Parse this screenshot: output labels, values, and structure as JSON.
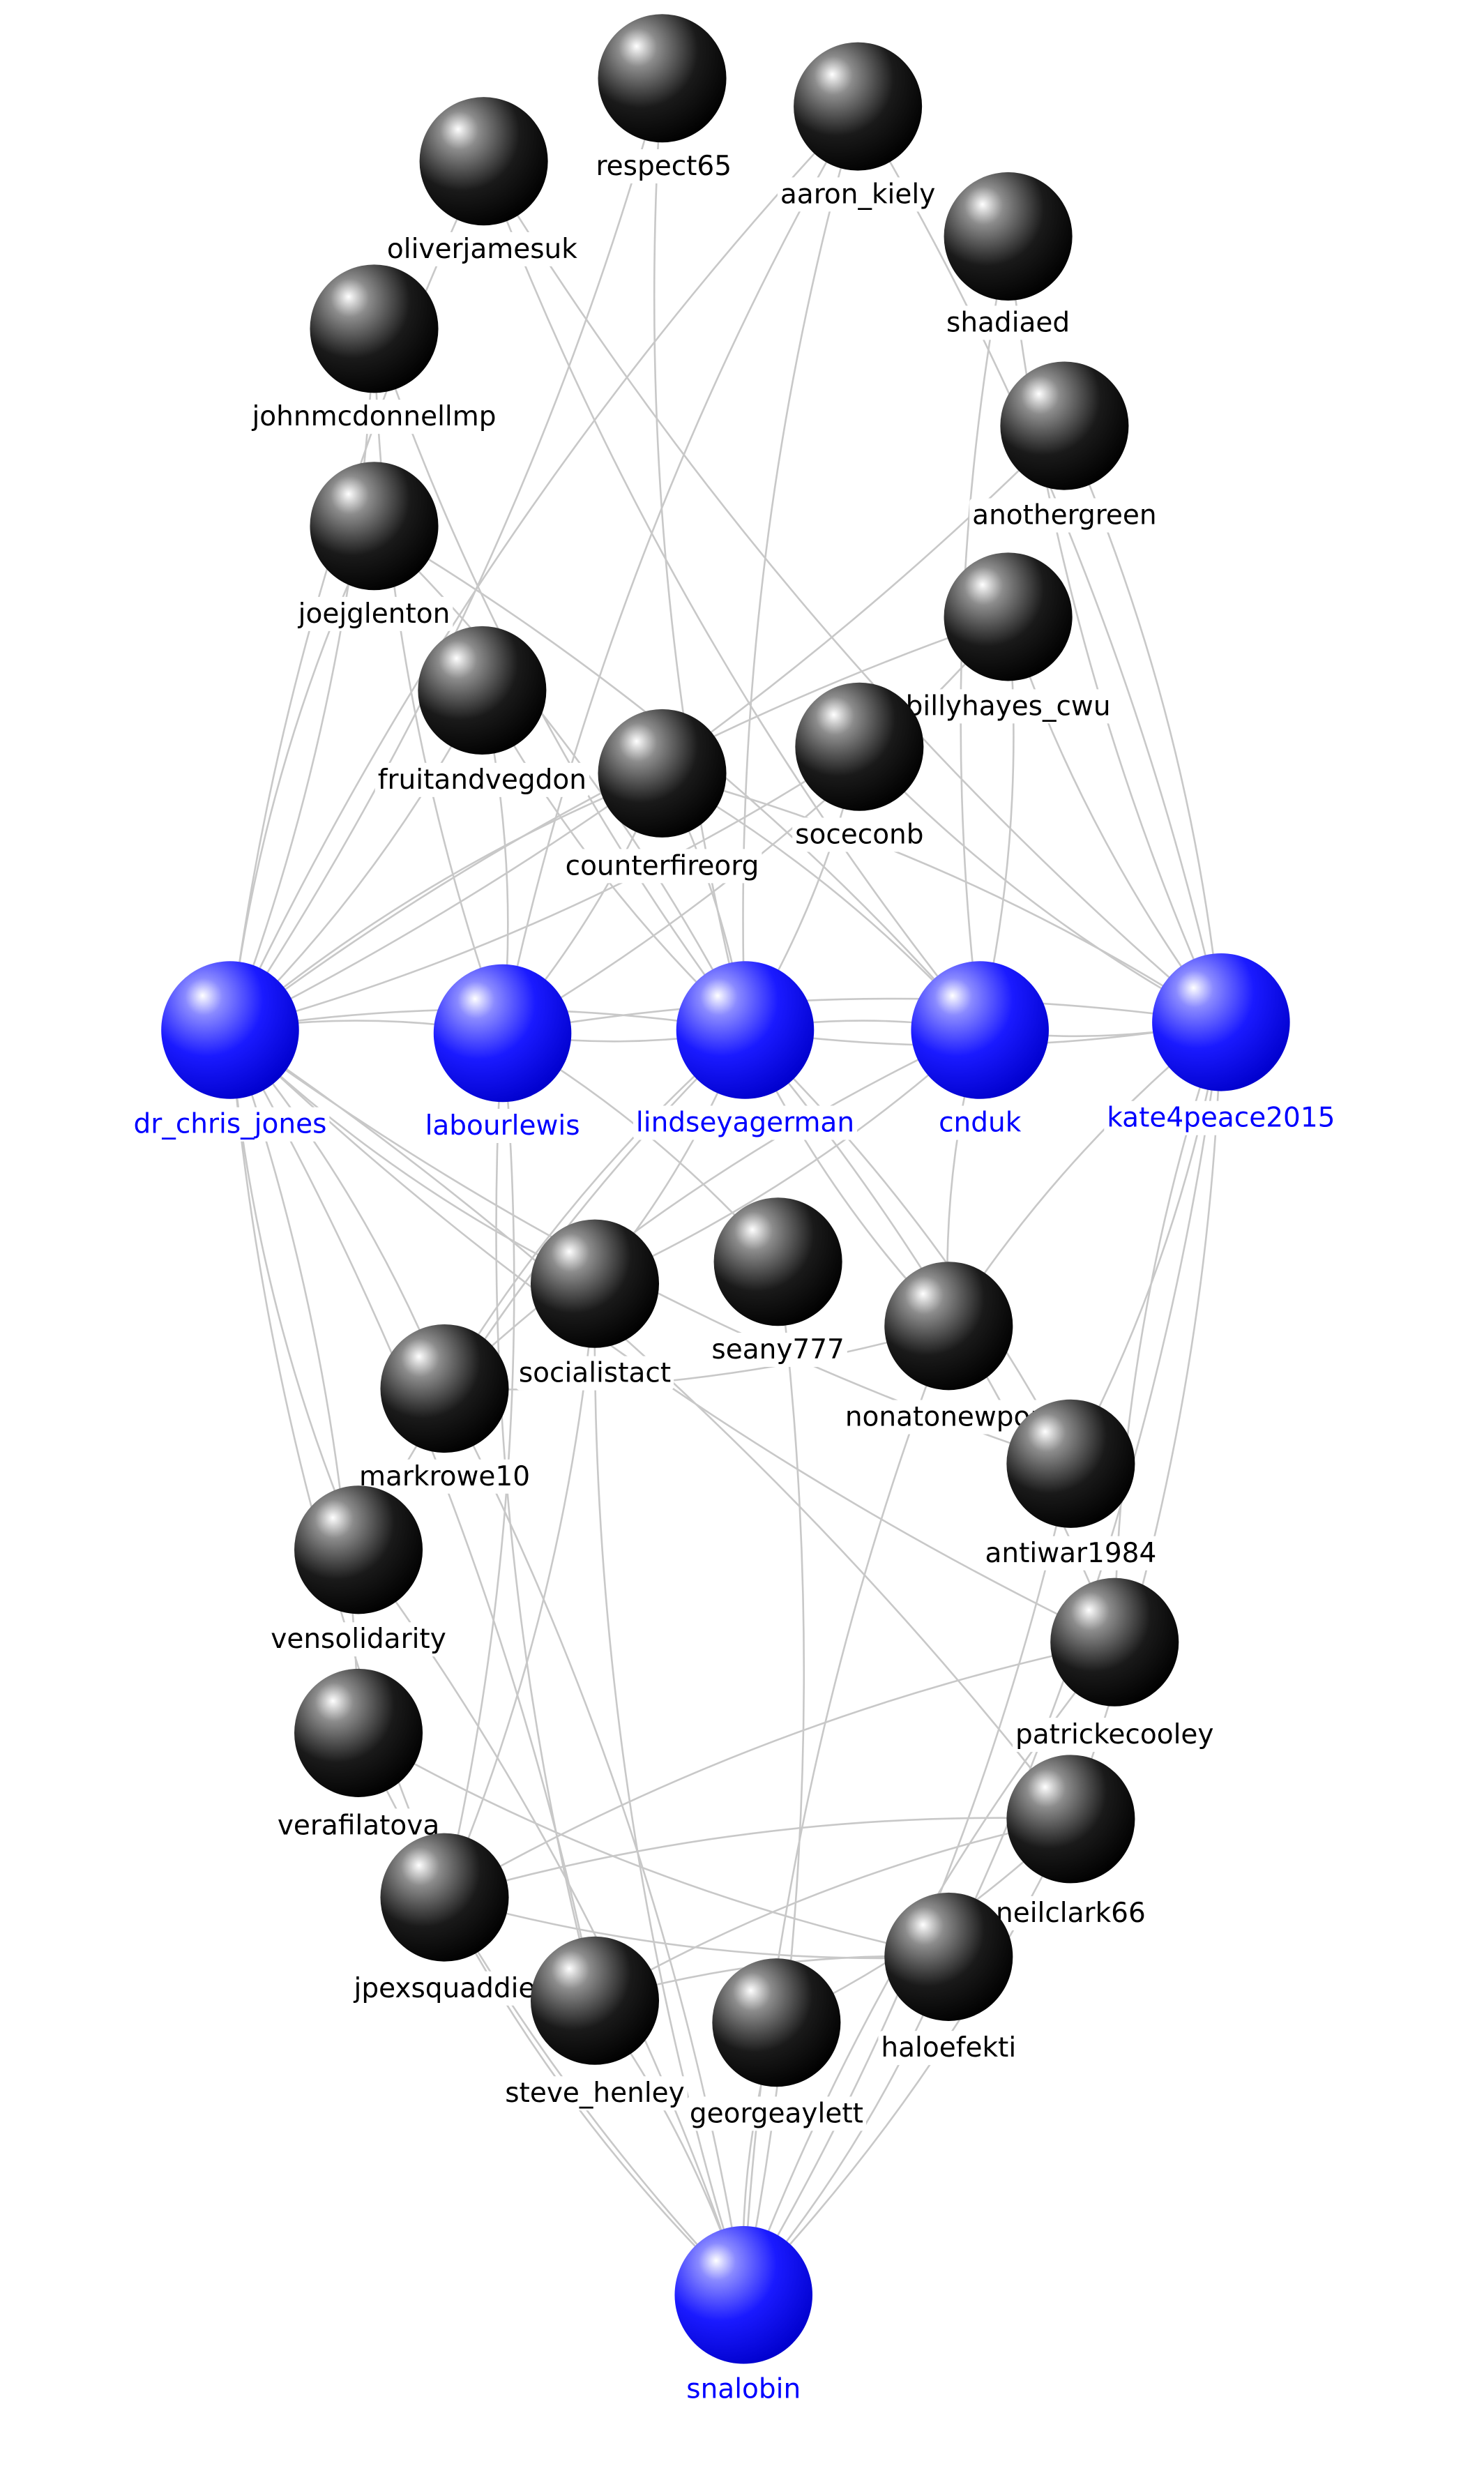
{
  "colors": {
    "hub_node": "#0000ff",
    "hub_label": "#0000ff",
    "regular_node": "#111111",
    "regular_label": "#000000",
    "edge": "#c8c8c8",
    "background": "#ffffff"
  },
  "nodes": [
    {
      "id": "respect65",
      "label": "respect65",
      "hub": false
    },
    {
      "id": "aaron_kiely",
      "label": "aaron_kiely",
      "hub": false
    },
    {
      "id": "oliverjamesuk",
      "label": "oliverjamesuk",
      "hub": false
    },
    {
      "id": "shadiaed",
      "label": "shadiaed",
      "hub": false
    },
    {
      "id": "johnmcdonnellmp",
      "label": "johnmcdonnellmp",
      "hub": false
    },
    {
      "id": "anothergreen",
      "label": "anothergreen",
      "hub": false
    },
    {
      "id": "joejglenton",
      "label": "joejglenton",
      "hub": false
    },
    {
      "id": "billyhayes_cwu",
      "label": "billyhayes_cwu",
      "hub": false
    },
    {
      "id": "fruitandvegdon",
      "label": "fruitandvegdon",
      "hub": false
    },
    {
      "id": "soceconb",
      "label": "soceconb",
      "hub": false
    },
    {
      "id": "counterfireorg",
      "label": "counterfireorg",
      "hub": false
    },
    {
      "id": "dr_chris_jones",
      "label": "dr_chris_jones",
      "hub": true
    },
    {
      "id": "labourlewis",
      "label": "labourlewis",
      "hub": true
    },
    {
      "id": "lindseyagerman",
      "label": "lindseyagerman",
      "hub": true
    },
    {
      "id": "cnduk",
      "label": "cnduk",
      "hub": true
    },
    {
      "id": "kate4peace2015",
      "label": "kate4peace2015",
      "hub": true
    },
    {
      "id": "seany777",
      "label": "seany777",
      "hub": false
    },
    {
      "id": "socialistact",
      "label": "socialistact",
      "hub": false
    },
    {
      "id": "nonatonewport",
      "label": "nonatonewport",
      "hub": false
    },
    {
      "id": "markrowe10",
      "label": "markrowe10",
      "hub": false
    },
    {
      "id": "antiwar1984",
      "label": "antiwar1984",
      "hub": false
    },
    {
      "id": "vensolidarity",
      "label": "vensolidarity",
      "hub": false
    },
    {
      "id": "patrickecooley",
      "label": "patrickecooley",
      "hub": false
    },
    {
      "id": "verafilatova",
      "label": "verafilatova",
      "hub": false
    },
    {
      "id": "neilclark66",
      "label": "neilclark66",
      "hub": false
    },
    {
      "id": "jpexsquaddie",
      "label": "jpexsquaddie",
      "hub": false
    },
    {
      "id": "haloefekti",
      "label": "haloefekti",
      "hub": false
    },
    {
      "id": "steve_henley",
      "label": "steve_henley",
      "hub": false
    },
    {
      "id": "georgeaylett",
      "label": "georgeaylett",
      "hub": false
    },
    {
      "id": "snalobin",
      "label": "snalobin",
      "hub": true
    }
  ],
  "edges": [
    [
      "dr_chris_jones",
      "labourlewis"
    ],
    [
      "labourlewis",
      "lindseyagerman"
    ],
    [
      "lindseyagerman",
      "cnduk"
    ],
    [
      "cnduk",
      "kate4peace2015"
    ],
    [
      "dr_chris_jones",
      "lindseyagerman"
    ],
    [
      "lindseyagerman",
      "kate4peace2015"
    ],
    [
      "labourlewis",
      "kate4peace2015"
    ],
    [
      "dr_chris_jones",
      "respect65"
    ],
    [
      "dr_chris_jones",
      "oliverjamesuk"
    ],
    [
      "dr_chris_jones",
      "johnmcdonnellmp"
    ],
    [
      "dr_chris_jones",
      "joejglenton"
    ],
    [
      "dr_chris_jones",
      "fruitandvegdon"
    ],
    [
      "dr_chris_jones",
      "counterfireorg"
    ],
    [
      "dr_chris_jones",
      "soceconb"
    ],
    [
      "dr_chris_jones",
      "billyhayes_cwu"
    ],
    [
      "dr_chris_jones",
      "anothergreen"
    ],
    [
      "dr_chris_jones",
      "aaron_kiely"
    ],
    [
      "labourlewis",
      "fruitandvegdon"
    ],
    [
      "labourlewis",
      "johnmcdonnellmp"
    ],
    [
      "labourlewis",
      "counterfireorg"
    ],
    [
      "labourlewis",
      "aaron_kiely"
    ],
    [
      "labourlewis",
      "billyhayes_cwu"
    ],
    [
      "lindseyagerman",
      "respect65"
    ],
    [
      "lindseyagerman",
      "counterfireorg"
    ],
    [
      "lindseyagerman",
      "fruitandvegdon"
    ],
    [
      "lindseyagerman",
      "joejglenton"
    ],
    [
      "lindseyagerman",
      "johnmcdonnellmp"
    ],
    [
      "lindseyagerman",
      "soceconb"
    ],
    [
      "lindseyagerman",
      "aaron_kiely"
    ],
    [
      "cnduk",
      "counterfireorg"
    ],
    [
      "cnduk",
      "oliverjamesuk"
    ],
    [
      "cnduk",
      "billyhayes_cwu"
    ],
    [
      "cnduk",
      "shadiaed"
    ],
    [
      "cnduk",
      "joejglenton"
    ],
    [
      "kate4peace2015",
      "shadiaed"
    ],
    [
      "kate4peace2015",
      "anothergreen"
    ],
    [
      "kate4peace2015",
      "billyhayes_cwu"
    ],
    [
      "kate4peace2015",
      "counterfireorg"
    ],
    [
      "kate4peace2015",
      "oliverjamesuk"
    ],
    [
      "kate4peace2015",
      "aaron_kiely"
    ],
    [
      "kate4peace2015",
      "soceconb"
    ],
    [
      "dr_chris_jones",
      "socialistact"
    ],
    [
      "dr_chris_jones",
      "markrowe10"
    ],
    [
      "dr_chris_jones",
      "vensolidarity"
    ],
    [
      "dr_chris_jones",
      "verafilatova"
    ],
    [
      "dr_chris_jones",
      "jpexsquaddie"
    ],
    [
      "dr_chris_jones",
      "steve_henley"
    ],
    [
      "dr_chris_jones",
      "patrickecooley"
    ],
    [
      "dr_chris_jones",
      "neilclark66"
    ],
    [
      "dr_chris_jones",
      "antiwar1984"
    ],
    [
      "labourlewis",
      "seany777"
    ],
    [
      "labourlewis",
      "steve_henley"
    ],
    [
      "labourlewis",
      "jpexsquaddie"
    ],
    [
      "lindseyagerman",
      "markrowe10"
    ],
    [
      "lindseyagerman",
      "socialistact"
    ],
    [
      "lindseyagerman",
      "nonatonewport"
    ],
    [
      "lindseyagerman",
      "patrickecooley"
    ],
    [
      "lindseyagerman",
      "vensolidarity"
    ],
    [
      "lindseyagerman",
      "antiwar1984"
    ],
    [
      "cnduk",
      "nonatonewport"
    ],
    [
      "cnduk",
      "socialistact"
    ],
    [
      "cnduk",
      "markrowe10"
    ],
    [
      "kate4peace2015",
      "antiwar1984"
    ],
    [
      "kate4peace2015",
      "nonatonewport"
    ],
    [
      "kate4peace2015",
      "neilclark66"
    ],
    [
      "kate4peace2015",
      "patrickecooley"
    ],
    [
      "kate4peace2015",
      "haloefekti"
    ],
    [
      "snalobin",
      "steve_henley"
    ],
    [
      "snalobin",
      "georgeaylett"
    ],
    [
      "snalobin",
      "haloefekti"
    ],
    [
      "snalobin",
      "jpexsquaddie"
    ],
    [
      "snalobin",
      "neilclark66"
    ],
    [
      "snalobin",
      "verafilatova"
    ],
    [
      "snalobin",
      "vensolidarity"
    ],
    [
      "snalobin",
      "patrickecooley"
    ],
    [
      "snalobin",
      "markrowe10"
    ],
    [
      "snalobin",
      "socialistact"
    ],
    [
      "snalobin",
      "seany777"
    ],
    [
      "snalobin",
      "nonatonewport"
    ],
    [
      "snalobin",
      "antiwar1984"
    ],
    [
      "jpexsquaddie",
      "neilclark66"
    ],
    [
      "jpexsquaddie",
      "haloefekti"
    ],
    [
      "steve_henley",
      "neilclark66"
    ],
    [
      "georgeaylett",
      "neilclark66"
    ],
    [
      "steve_henley",
      "haloefekti"
    ],
    [
      "verafilatova",
      "haloefekti"
    ],
    [
      "jpexsquaddie",
      "patrickecooley"
    ],
    [
      "markrowe10",
      "nonatonewport"
    ],
    [
      "socialistact",
      "jpexsquaddie"
    ]
  ]
}
